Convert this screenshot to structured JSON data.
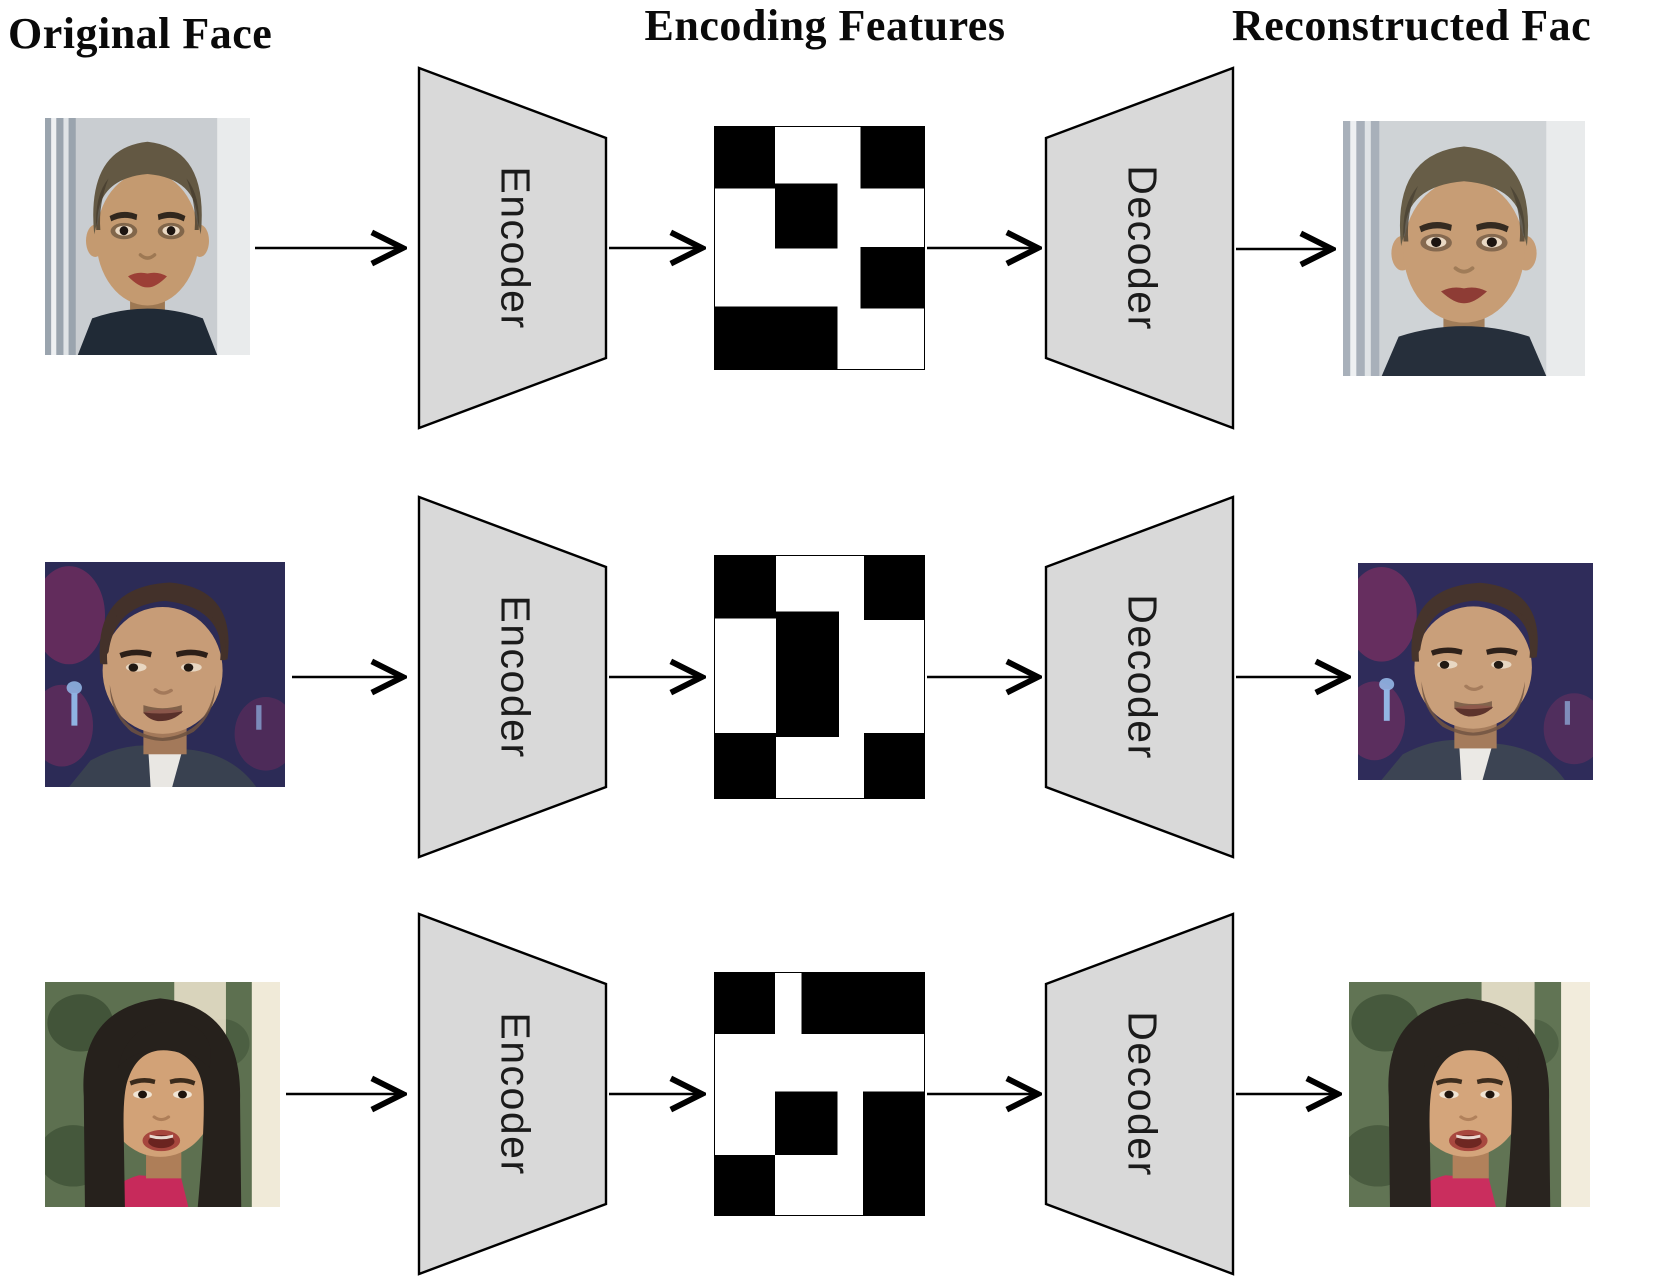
{
  "headers": {
    "col1": "Original Face",
    "col2": "Encoding Features",
    "col3": "Reconstructed Fac"
  },
  "blocks": {
    "encoder_label": "Encoder",
    "decoder_label": "Decoder",
    "fill": "#d9d9d9",
    "stroke": "#000000"
  },
  "colors": {
    "arrow": "#000000",
    "grid_black": "#000000",
    "grid_white": "#ffffff",
    "header_text": "#0a0a0a"
  },
  "rows": [
    {
      "original_face": {
        "type": "woman-short",
        "description": "woman with very short brown hair, indoor gray background",
        "palette": {
          "bg": "#c9cdd1",
          "bg_accent": "#9aa4ae",
          "hair": "#635843",
          "hair_dark": "#463d2e",
          "skin": "#c49a70",
          "skin_shadow": "#9d7853",
          "brow": "#31271d",
          "eye": "#1c1410",
          "lip": "#9c3f36",
          "top": "#202a36"
        }
      },
      "encoding_grid": {
        "black_cells": [
          [
            0,
            0,
            29,
            25.6
          ],
          [
            69.5,
            0,
            30.5,
            25.6
          ],
          [
            28.9,
            23.6,
            29.6,
            26.6
          ],
          [
            69.5,
            49.5,
            30.5,
            25.3
          ],
          [
            0,
            74,
            58.5,
            25.9
          ]
        ]
      },
      "reconstructed_face": {
        "type": "woman-short",
        "description": "reconstruction of woman with very short hair",
        "palette": {
          "bg": "#cfd3d6",
          "bg_accent": "#a8b0ba",
          "hair": "#675d47",
          "hair_dark": "#4a4233",
          "skin": "#c79d75",
          "skin_shadow": "#a07c58",
          "brow": "#352b21",
          "eye": "#1c1410",
          "lip": "#8e3c35",
          "top": "#262f3b"
        }
      }
    },
    {
      "original_face": {
        "type": "man",
        "description": "man with swept brown hair and stubble, studio background",
        "palette": {
          "bg": "#343061",
          "bg_accent": "#96336b",
          "bg_shade": "#151a38",
          "light": "#8fb3e2",
          "suit": "#394150",
          "shirt": "#e9e7e3",
          "skin": "#c79c77",
          "skin_shadow": "#a3795a",
          "stubble": "#6e523f",
          "hair": "#43312a",
          "brow": "#2c1f18",
          "eye": "#201812",
          "mouth": "#59302a",
          "lip": "#8a564a"
        }
      },
      "encoding_grid": {
        "black_cells": [
          [
            0,
            0,
            29.3,
            26
          ],
          [
            71,
            0,
            29,
            26.6
          ],
          [
            29.3,
            23.2,
            30,
            51.3
          ],
          [
            0,
            73,
            29.3,
            27
          ],
          [
            71,
            73,
            29,
            27
          ]
        ]
      },
      "reconstructed_face": {
        "type": "man",
        "description": "reconstruction of man with swept hair and stubble",
        "palette": {
          "bg": "#373264",
          "bg_accent": "#9a376e",
          "bg_shade": "#181d3c",
          "light": "#93b6e4",
          "suit": "#3c4453",
          "shirt": "#ebe9e5",
          "skin": "#c99f7a",
          "skin_shadow": "#a57c5c",
          "stubble": "#715542",
          "hair": "#46342c",
          "brow": "#2e211a",
          "eye": "#221a13",
          "mouth": "#5c332c",
          "lip": "#8d594c"
        }
      }
    },
    {
      "original_face": {
        "type": "woman-long",
        "description": "woman with long dark hair, outdoor foliage background",
        "palette": {
          "bg": "#5d7050",
          "leaf": "#3c4e33",
          "pillar": "#e7dfc8",
          "pillar2": "#f0ead8",
          "top": "#c72a5b",
          "skin": "#d2a277",
          "skin_shadow": "#ae7e58",
          "hair": "#26211c",
          "brow": "#3a2a1b",
          "eye": "#1d130c",
          "lip": "#a6463d",
          "mouth": "#6b2420",
          "teeth": "#e8d9cf"
        }
      },
      "encoding_grid": {
        "black_cells": [
          [
            0,
            0,
            29,
            25.5
          ],
          [
            41.5,
            0,
            58.5,
            25.5
          ],
          [
            29,
            49,
            29.5,
            26
          ],
          [
            70.5,
            49,
            29.5,
            51
          ],
          [
            0,
            75,
            29,
            25
          ]
        ]
      },
      "reconstructed_face": {
        "type": "woman-long",
        "description": "reconstruction of woman with long dark hair",
        "palette": {
          "bg": "#617454",
          "leaf": "#405237",
          "pillar": "#eae2cc",
          "pillar2": "#f2ecdc",
          "top": "#ca2e5e",
          "skin": "#d4a57b",
          "skin_shadow": "#b1815b",
          "hair": "#29241f",
          "brow": "#3d2d1e",
          "eye": "#1f150e",
          "lip": "#a8483f",
          "mouth": "#6e2722",
          "teeth": "#ead8d0"
        }
      }
    }
  ]
}
